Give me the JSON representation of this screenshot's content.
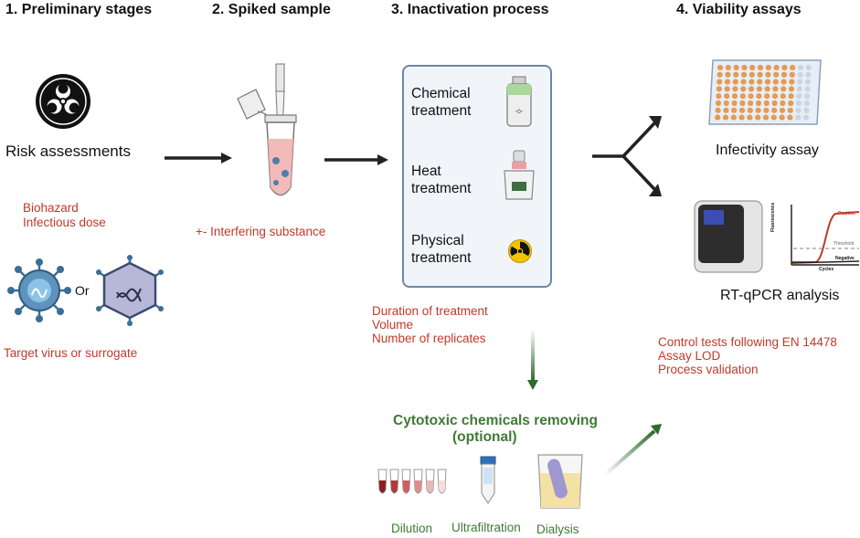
{
  "stages": {
    "s1": "1. Preliminary stages",
    "s2": "2. Spiked sample",
    "s3": "3. Inactivation process",
    "s4": "4. Viability assays"
  },
  "preliminary": {
    "risk": "Risk assessments",
    "biohazard": "Biohazard",
    "infectious_dose": "Infectious dose",
    "or": "Or",
    "target": "Target virus or surrogate"
  },
  "spiked": {
    "interfering": "+- Interfering substance"
  },
  "inactivation": {
    "chemical_1": "Chemical",
    "chemical_2": "treatment",
    "heat_1": "Heat",
    "heat_2": "treatment",
    "physical_1": "Physical",
    "physical_2": "treatment",
    "duration": "Duration of  treatment",
    "volume": "Volume",
    "replicates": "Number of replicates"
  },
  "viability": {
    "infectivity": "Infectivity assay",
    "rtqpcr": "RT-qPCR analysis",
    "control": "Control tests following EN 14478",
    "lod": "Assay LOD",
    "validation": "Process validation",
    "plot_positive": "Positive",
    "plot_threshold": "Threshold",
    "plot_negative": "Negative",
    "plot_xlabel": "Cycles",
    "plot_ylabel": "Fluorescence"
  },
  "cytotoxic": {
    "title_1": "Cytotoxic chemicals removing",
    "title_2": "(optional)",
    "dilution": "Dilution",
    "ultrafiltration": "Ultrafiltration",
    "dialysis": "Dialysis"
  },
  "colors": {
    "red_text": "#c0392b",
    "green_text": "#3f7a35",
    "box_border": "#6f87a6",
    "box_fill": "#f1f5fa"
  },
  "icons": [
    "biohazard-icon",
    "virus-icon",
    "phage-icon",
    "eppendorf-tube-icon",
    "chemical-bottle-icon",
    "heat-block-icon",
    "radiation-icon",
    "well-plate-icon",
    "qpcr-machine-icon",
    "amplification-plot-icon",
    "dilution-tubes-icon",
    "ultrafiltration-tube-icon",
    "dialysis-beaker-icon"
  ]
}
